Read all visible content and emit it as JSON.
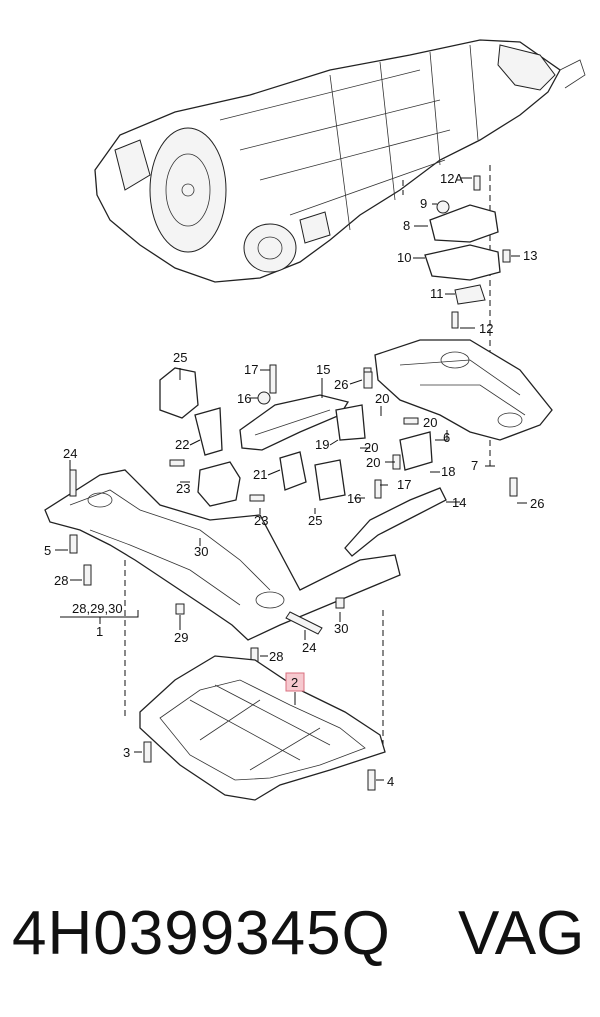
{
  "callouts": {
    "c12a": "12A",
    "c9": "9",
    "c8": "8",
    "c10": "10",
    "c13": "13",
    "c11": "11",
    "c12": "12",
    "c25a": "25",
    "c17a": "17",
    "c15": "15",
    "c26a": "26",
    "c16a": "16",
    "c20a": "20",
    "c22": "22",
    "c19": "19",
    "c20b": "20",
    "c6": "6",
    "c24a": "24",
    "c21": "21",
    "c20c": "20",
    "c7": "7",
    "c23a": "23",
    "c18": "18",
    "c17b": "17",
    "c16b": "16",
    "c14": "14",
    "c26b": "26",
    "c23b": "23",
    "c25b": "25",
    "c30a": "30",
    "c5": "5",
    "c28a": "28",
    "c1group": "28,29,30",
    "c1": "1",
    "c29": "29",
    "c30b": "30",
    "c24b": "24",
    "c28b": "28",
    "c2": "2",
    "c3": "3",
    "c4": "4"
  },
  "highlight_color": "#f6c9cf",
  "part_number": "4H0399345Q",
  "brand": "VAG"
}
